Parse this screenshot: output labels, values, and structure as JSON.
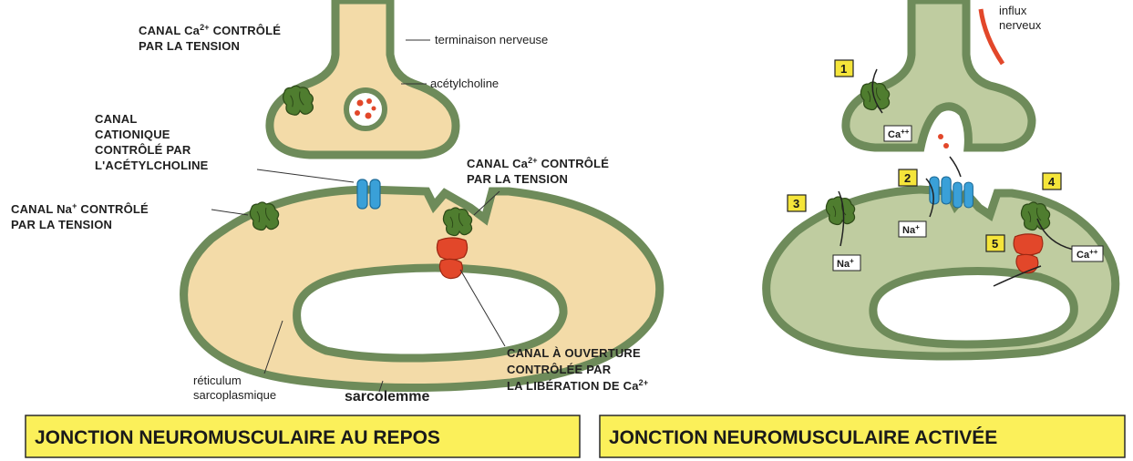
{
  "rest": {
    "banner": "JONCTION NEUROMUSCULAIRE AU REPOS",
    "ca_channel_top": {
      "line1": "CANAL Ca",
      "sup": "2+",
      "line1_end": " CONTRÔLÉ",
      "line2": "PAR LA TENSION"
    },
    "terminaison": "terminaison nerveuse",
    "acetylcholine": "acétylcholine",
    "cationic_channel": {
      "line1": "CANAL",
      "line2": "CATIONIQUE",
      "line3": "CONTRÔLÉ PAR",
      "line4": "L'ACÉTYLCHOLINE"
    },
    "na_channel": {
      "line1": "CANAL Na",
      "sup": "+",
      "line1_end": " CONTRÔLÉ",
      "line2": "PAR LA TENSION"
    },
    "ca_channel_right": {
      "line1": "CANAL Ca",
      "sup": "2+",
      "line1_end": " CONTRÔLÉ",
      "line2": "PAR LA TENSION"
    },
    "release_channel": {
      "line1": "CANAL À OUVERTURE",
      "line2": "CONTRÔLÉE PAR",
      "line3": "LA LIBÉRATION DE Ca",
      "sup": "2+"
    },
    "reticulum": {
      "line1": "réticulum",
      "line2": "sarcoplasmique"
    },
    "sarcolemme": "sarcolemme"
  },
  "active": {
    "banner": "JONCTION NEUROMUSCULAIRE ACTIVÉE",
    "influx": {
      "line1": "influx",
      "line2": "nerveux"
    },
    "steps": [
      "1",
      "2",
      "3",
      "4",
      "5"
    ],
    "ions": {
      "ca_top": "Ca",
      "ca_top_sup": "++",
      "na_mid": "Na",
      "na_mid_sup": "+",
      "na_left": "Na",
      "na_left_sup": "+",
      "ca_right": "Ca",
      "ca_right_sup": "++"
    }
  },
  "colors": {
    "tissue": "#f3dba8",
    "tissue_active": "#bfcca0",
    "membrane": "#6e8b5a",
    "channel_green": "#4f7d2f",
    "channel_blue": "#3aa0d8",
    "channel_red": "#e2472a",
    "banner_bg": "#fbf05a",
    "badge_bg": "#f5e53a"
  }
}
